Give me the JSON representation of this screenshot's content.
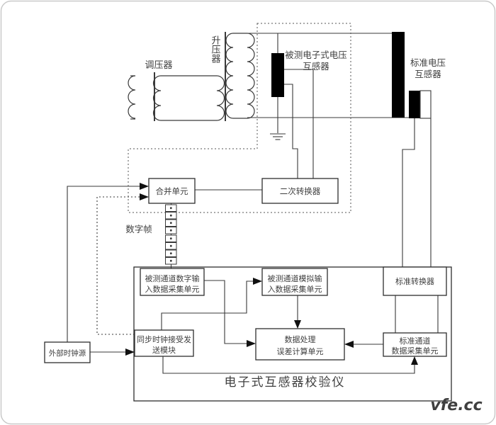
{
  "diagram": {
    "title": "电子式互感器校验仪",
    "watermark": "vfe.cc",
    "colors": {
      "line": "#3a3a3a",
      "text": "#3f3f3f",
      "black_fill": "#000000",
      "watermark": "#d8d8d8",
      "frame_border": "#c9c9c9"
    },
    "labels": {
      "regulator": "调压器",
      "booster": "升压器",
      "tested_vt_line1": "被测电子式电压",
      "tested_vt_line2": "互感器",
      "standard_vt_line1": "标准电压",
      "standard_vt_line2": "互感器",
      "merging_unit": "合并单元",
      "secondary_converter": "二次转换器",
      "digital_frame": "数字帧",
      "tested_digital_line1": "被测通道数字输",
      "tested_digital_line2": "入数据采集单元",
      "tested_analog_line1": "被测通道模拟输",
      "tested_analog_line2": "入数据采集单元",
      "standard_converter": "标准转换器",
      "sync_clock_line1": "同步时钟接受发",
      "sync_clock_line2": "送模块",
      "data_processing_line1": "数据处理",
      "data_processing_line2": "误差计算单元",
      "standard_channel_line1": "标准通道",
      "standard_channel_line2": "数据采集单元",
      "external_clock": "外部时钟源"
    }
  }
}
